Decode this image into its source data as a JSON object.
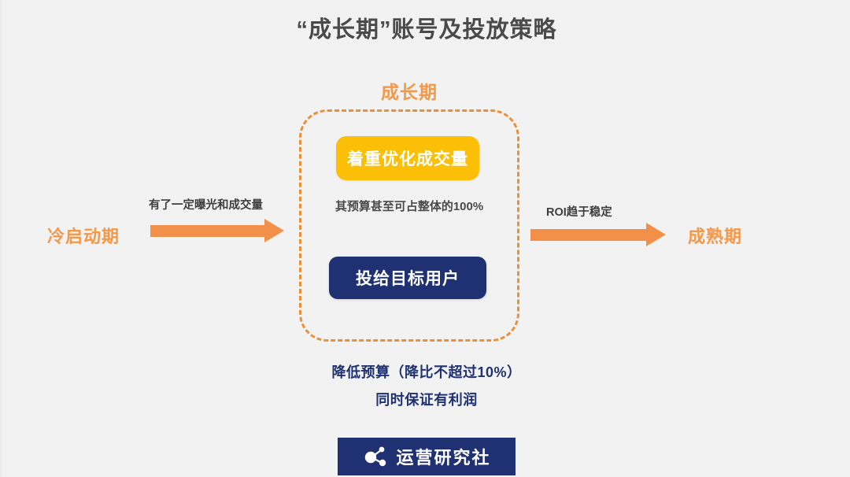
{
  "slide": {
    "title": "“成长期”账号及投放策略",
    "background_color": "#f2f2f2"
  },
  "colors": {
    "orange": "#f2994a",
    "orange_dash": "#e8913a",
    "arrow_orange": "#f2904a",
    "yellow": "#fbbf08",
    "navy": "#1f3172",
    "title_gray": "#4a4a4a",
    "body_gray": "#3d3d3d"
  },
  "stages": {
    "left": "冷启动期",
    "center": "成长期",
    "right": "成熟期"
  },
  "transitions": [
    {
      "label": "有了一定曝光和成交量",
      "direction": "right"
    },
    {
      "label": "ROI趋于稳定",
      "direction": "right"
    }
  ],
  "growth_box": {
    "primary_action": "着重优化成交量",
    "note": "其预算甚至可占整体的100%",
    "secondary_action": "投给目标用户"
  },
  "bottom_notes": [
    "降低预算（降比不超过10%）",
    "同时保证有利润"
  ],
  "footer": {
    "brand": "运营研究社",
    "icon": "network-node-icon"
  }
}
